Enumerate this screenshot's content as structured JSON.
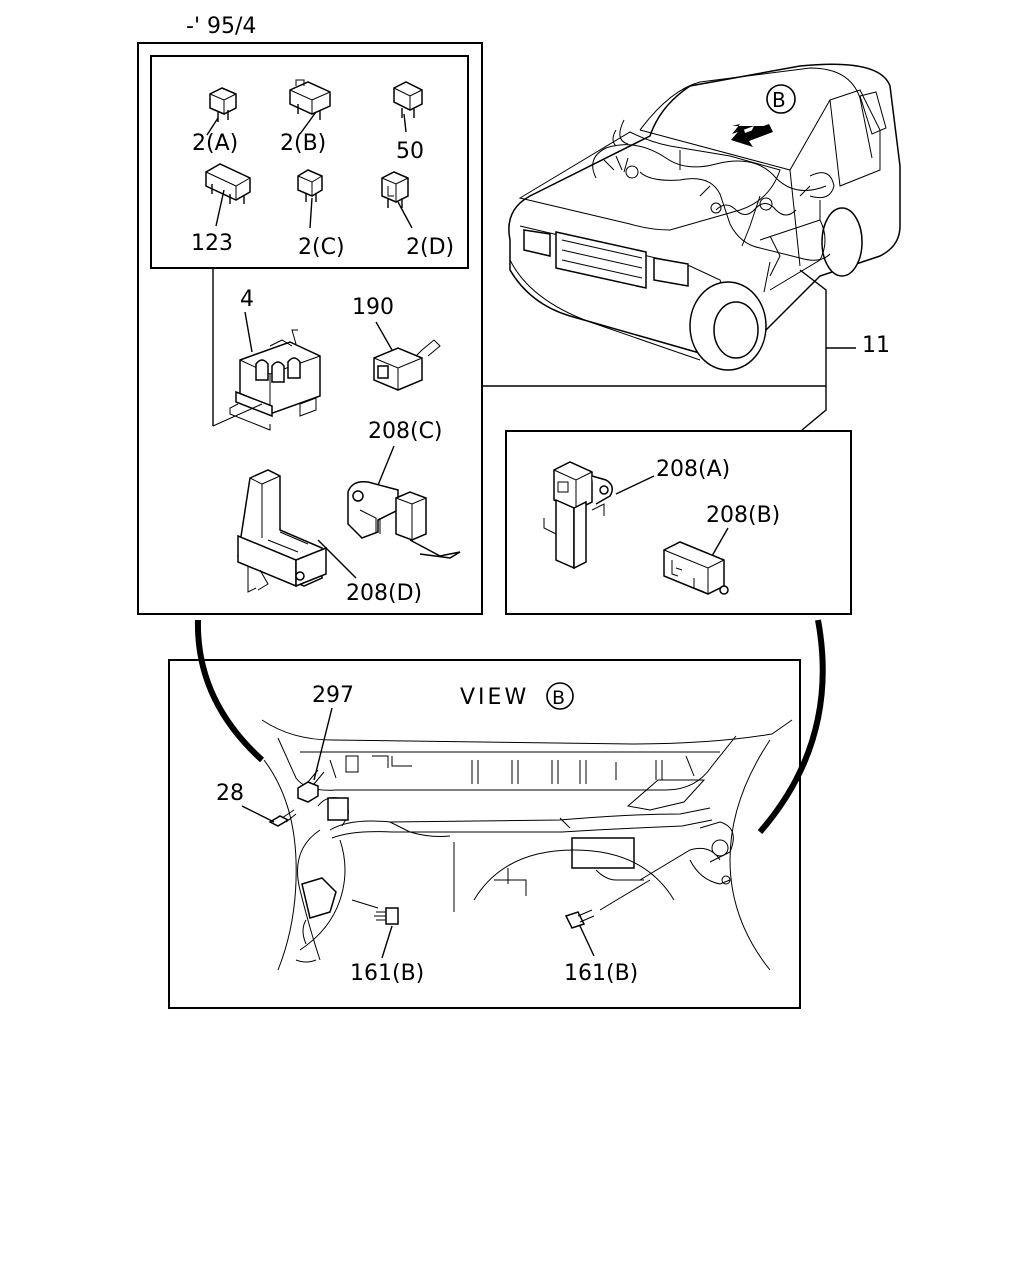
{
  "header": {
    "range_code": "-' 95/4"
  },
  "callouts": {
    "fuse_2A": "2(A)",
    "fuse_2B": "2(B)",
    "fuse_50": "50",
    "fuse_123": "123",
    "fuse_2C": "2(C)",
    "fuse_2D": "2(D)",
    "relay_box_4": "4",
    "connector_190": "190",
    "bracket_208C": "208(C)",
    "bracket_208D": "208(D)",
    "harness_11": "11",
    "bracket_208A": "208(A)",
    "bracket_208B": "208(B)",
    "bolt_297": "297",
    "clip_28": "28",
    "bolt_161B_left": "161(B)",
    "bolt_161B_right": "161(B)"
  },
  "view_marker": {
    "letter": "B"
  },
  "view_title": {
    "text": "VIEW",
    "letter": "B"
  }
}
